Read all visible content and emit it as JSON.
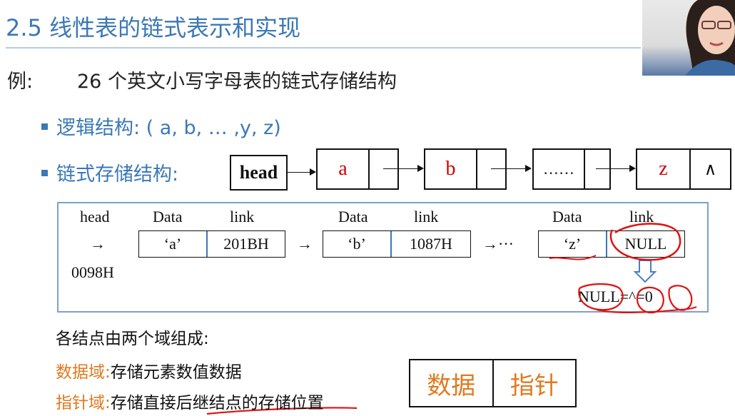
{
  "slide": {
    "title": "2.5 线性表的链式表示和实现"
  },
  "example": {
    "label": "例:",
    "text": "26 个英文小写字母表的链式存储结构"
  },
  "bullets": {
    "logical": "逻辑结构:  ( a, b,  … ,y, z)",
    "storage": "链式存储结构:"
  },
  "linked_diagram": {
    "head": "head",
    "nodes": [
      {
        "data": "a",
        "link": ""
      },
      {
        "data": "b",
        "link": ""
      },
      {
        "data": "……",
        "link": ""
      },
      {
        "data": "z",
        "link": "∧"
      }
    ]
  },
  "memory": {
    "head_label": "head",
    "head_arrow": "→",
    "head_address": "0098H",
    "col_data": "Data",
    "col_link": "link",
    "nodes": [
      {
        "data": "‘a’",
        "link": "201BH"
      },
      {
        "data": "‘b’",
        "link": "1087H"
      },
      {
        "data": "‘z’",
        "link": "NULL"
      }
    ],
    "arrow_between": "→",
    "arrow_ellipsis": "→···",
    "null_equation": "NULL=^=0"
  },
  "notes": {
    "intro": "各结点由两个域组成:",
    "data_field_label": "数据域:",
    "data_field_desc": "存储元素数值数据",
    "ptr_field_label": "指针域:",
    "ptr_field_desc": "存储直接后继结点的存储位置"
  },
  "field_diagram": {
    "data": "数据",
    "pointer": "指针"
  },
  "colors": {
    "title_blue": "#3b78b6",
    "node_red": "#d00000",
    "field_orange": "#e07a1f",
    "annotation_red": "#e01010"
  }
}
